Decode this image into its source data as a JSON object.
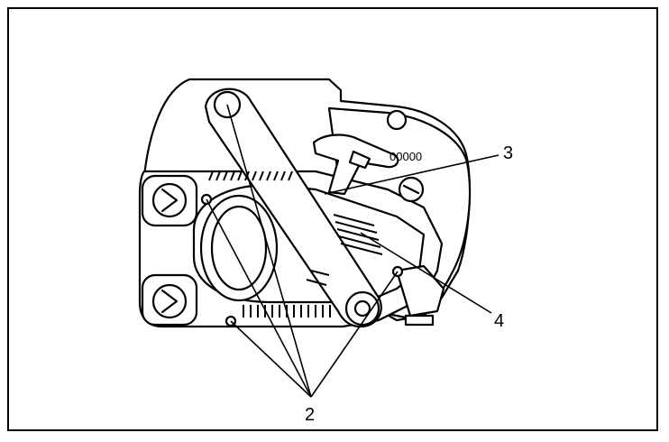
{
  "labels": {
    "callout_2": "2",
    "callout_3": "3",
    "callout_4": "4"
  },
  "grille_text": "00000"
}
